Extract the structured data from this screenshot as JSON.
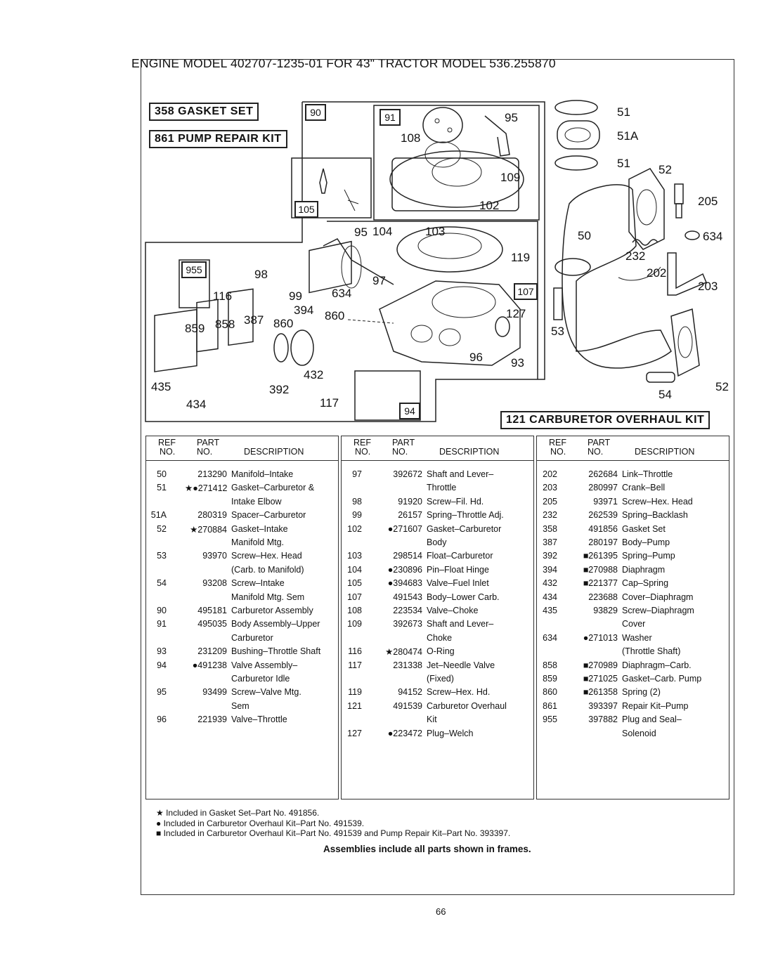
{
  "header": {
    "title": "ENGINE MODEL 402707-1235-01 FOR 43\" TRACTOR MODEL 536.255870"
  },
  "kits": {
    "gasket_set": "358  GASKET SET",
    "pump_repair_kit": "861  PUMP REPAIR KIT",
    "carburetor_overhaul_kit": "121  CARBURETOR  OVERHAUL KIT"
  },
  "frames": {
    "f90": "90",
    "f91": "91",
    "f105": "105",
    "f955": "955",
    "f107": "107",
    "f94": "94"
  },
  "callouts": {
    "c95a": "95",
    "c108": "108",
    "c109": "109",
    "c102": "102",
    "c51": "51",
    "c51a": "51A",
    "c51b": "51",
    "c52a": "52",
    "c205": "205",
    "c50": "50",
    "c634a": "634",
    "c232": "232",
    "c202": "202",
    "c203": "203",
    "c95b": "95",
    "c104": "104",
    "c103": "103",
    "c119": "119",
    "c98": "98",
    "c97": "97",
    "c116": "116",
    "c99": "99",
    "c634b": "634",
    "c127": "127",
    "c394": "394",
    "c860a": "860",
    "c860b": "860",
    "c859": "859",
    "c858": "858",
    "c387": "387",
    "c53": "53",
    "c96": "96",
    "c93": "93",
    "c432": "432",
    "c435": "435",
    "c392": "392",
    "c434": "434",
    "c117": "117",
    "c54": "54",
    "c52b": "52"
  },
  "table": {
    "headers": {
      "ref": "REF",
      "no": "NO.",
      "part": "PART",
      "pno": "NO.",
      "desc": "DESCRIPTION"
    },
    "col1": [
      {
        "ref": "50",
        "pn": "213290",
        "desc": [
          "Manifold–Intake"
        ]
      },
      {
        "ref": "51",
        "pn": "★●271412",
        "desc": [
          "Gasket–Carburetor &",
          "Intake Elbow"
        ]
      },
      {
        "ref": "51A",
        "pn": "280319",
        "desc": [
          "Spacer–Carburetor"
        ]
      },
      {
        "ref": "52",
        "pn": "★270884",
        "desc": [
          "Gasket–Intake",
          "Manifold Mtg."
        ]
      },
      {
        "ref": "53",
        "pn": "93970",
        "desc": [
          "Screw–Hex. Head",
          "(Carb. to Manifold)"
        ]
      },
      {
        "ref": "54",
        "pn": "93208",
        "desc": [
          "Screw–Intake",
          "Manifold Mtg. Sem"
        ]
      },
      {
        "ref": "90",
        "pn": "495181",
        "desc": [
          "Carburetor Assembly"
        ]
      },
      {
        "ref": "91",
        "pn": "495035",
        "desc": [
          "Body Assembly–Upper",
          "Carburetor"
        ]
      },
      {
        "ref": "93",
        "pn": "231209",
        "desc": [
          "Bushing–Throttle Shaft"
        ]
      },
      {
        "ref": "94",
        "pn": "●491238",
        "desc": [
          "Valve Assembly–",
          "Carburetor Idle"
        ]
      },
      {
        "ref": "95",
        "pn": "93499",
        "desc": [
          "Screw–Valve Mtg.",
          "Sem"
        ]
      },
      {
        "ref": "96",
        "pn": "221939",
        "desc": [
          "Valve–Throttle"
        ]
      }
    ],
    "col2": [
      {
        "ref": "97",
        "pn": "392672",
        "desc": [
          "Shaft and Lever–",
          "Throttle"
        ]
      },
      {
        "ref": "98",
        "pn": "91920",
        "desc": [
          "Screw–Fil. Hd."
        ]
      },
      {
        "ref": "99",
        "pn": "26157",
        "desc": [
          "Spring–Throttle Adj."
        ]
      },
      {
        "ref": "102",
        "pn": "●271607",
        "desc": [
          "Gasket–Carburetor",
          "Body"
        ]
      },
      {
        "ref": "103",
        "pn": "298514",
        "desc": [
          "Float–Carburetor"
        ]
      },
      {
        "ref": "104",
        "pn": "●230896",
        "desc": [
          "Pin–Float Hinge"
        ]
      },
      {
        "ref": "105",
        "pn": "●394683",
        "desc": [
          "Valve–Fuel Inlet"
        ]
      },
      {
        "ref": "107",
        "pn": "491543",
        "desc": [
          "Body–Lower Carb."
        ]
      },
      {
        "ref": "108",
        "pn": "223534",
        "desc": [
          "Valve–Choke"
        ]
      },
      {
        "ref": "109",
        "pn": "392673",
        "desc": [
          "Shaft and Lever–",
          "Choke"
        ]
      },
      {
        "ref": "116",
        "pn": "★280474",
        "desc": [
          "O-Ring"
        ]
      },
      {
        "ref": "117",
        "pn": "231338",
        "desc": [
          "Jet–Needle Valve",
          "(Fixed)"
        ]
      },
      {
        "ref": "119",
        "pn": "94152",
        "desc": [
          "Screw–Hex. Hd."
        ]
      },
      {
        "ref": "121",
        "pn": "491539",
        "desc": [
          "Carburetor Overhaul",
          "Kit"
        ]
      },
      {
        "ref": "127",
        "pn": "●223472",
        "desc": [
          "Plug–Welch"
        ]
      }
    ],
    "col3": [
      {
        "ref": "202",
        "pn": "262684",
        "desc": [
          "Link–Throttle"
        ]
      },
      {
        "ref": "203",
        "pn": "280997",
        "desc": [
          "Crank–Bell"
        ]
      },
      {
        "ref": "205",
        "pn": "93971",
        "desc": [
          "Screw–Hex. Head"
        ]
      },
      {
        "ref": "232",
        "pn": "262539",
        "desc": [
          "Spring–Backlash"
        ]
      },
      {
        "ref": "358",
        "pn": "491856",
        "desc": [
          "Gasket Set"
        ]
      },
      {
        "ref": "387",
        "pn": "280197",
        "desc": [
          "Body–Pump"
        ]
      },
      {
        "ref": "392",
        "pn": "■261395",
        "desc": [
          "Spring–Pump"
        ]
      },
      {
        "ref": "394",
        "pn": "■270988",
        "desc": [
          "Diaphragm"
        ]
      },
      {
        "ref": "432",
        "pn": "■221377",
        "desc": [
          "Cap–Spring"
        ]
      },
      {
        "ref": "434",
        "pn": "223688",
        "desc": [
          "Cover–Diaphragm"
        ]
      },
      {
        "ref": "435",
        "pn": "93829",
        "desc": [
          "Screw–Diaphragm",
          "Cover"
        ]
      },
      {
        "ref": "634",
        "pn": "●271013",
        "desc": [
          "Washer",
          "(Throttle Shaft)"
        ]
      },
      {
        "ref": "858",
        "pn": "■270989",
        "desc": [
          "Diaphragm–Carb."
        ]
      },
      {
        "ref": "859",
        "pn": "■271025",
        "desc": [
          "Gasket–Carb. Pump"
        ]
      },
      {
        "ref": "860",
        "pn": "■261358",
        "desc": [
          "Spring (2)"
        ]
      },
      {
        "ref": "861",
        "pn": "393397",
        "desc": [
          "Repair Kit–Pump"
        ]
      },
      {
        "ref": "955",
        "pn": "397882",
        "desc": [
          "Plug and Seal–",
          "Solenoid"
        ]
      }
    ]
  },
  "notes": [
    "★  Included in Gasket Set–Part No. 491856.",
    "●  Included in Carburetor Overhaul Kit–Part No. 491539.",
    "■  Included in Carburetor Overhaul Kit–Part No. 491539 and Pump Repair Kit–Part No. 393397."
  ],
  "assemblies_note": "Assemblies include all parts shown in frames.",
  "page_number": "66"
}
